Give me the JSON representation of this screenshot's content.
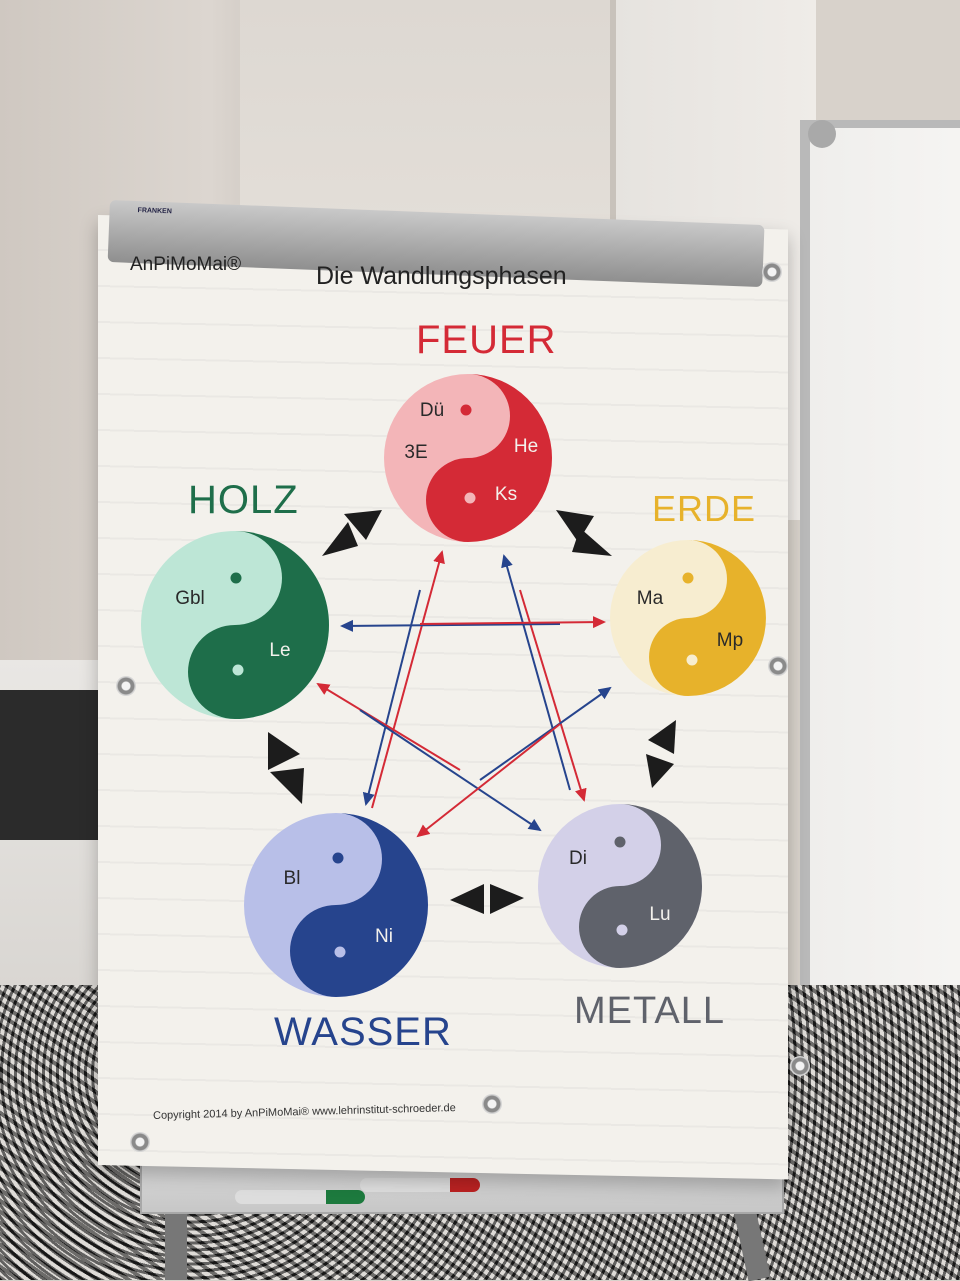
{
  "poster": {
    "brand": "AnPiMoMai®",
    "title": "Die Wandlungsphasen",
    "copyright": "Copyright 2014 by AnPiMoMai® www.lehrinstitut-schroeder.de",
    "clamp_label": "FRANKEN",
    "elements": {
      "feuer": {
        "label": "FEUER",
        "color": "#d42a36",
        "light": "#f3b5b8",
        "organs": [
          "Dü",
          "3E",
          "He",
          "Ks"
        ]
      },
      "erde": {
        "label": "ERDE",
        "color": "#e7b22b",
        "light": "#f7edd0",
        "organs": [
          "Ma",
          "Mp"
        ]
      },
      "metall": {
        "label": "METALL",
        "color": "#5f626b",
        "light": "#d3d0e8",
        "organs": [
          "Di",
          "Lu"
        ]
      },
      "wasser": {
        "label": "WASSER",
        "color": "#26448d",
        "light": "#b8bfe8",
        "organs": [
          "Bl",
          "Ni"
        ]
      },
      "holz": {
        "label": "HOLZ",
        "color": "#1e6e4a",
        "light": "#bde6d6",
        "organs": [
          "Gbl",
          "Le"
        ]
      }
    },
    "arrow_colors": {
      "red": "#d42a36",
      "blue": "#26448d",
      "black": "#1c1c1c"
    }
  }
}
